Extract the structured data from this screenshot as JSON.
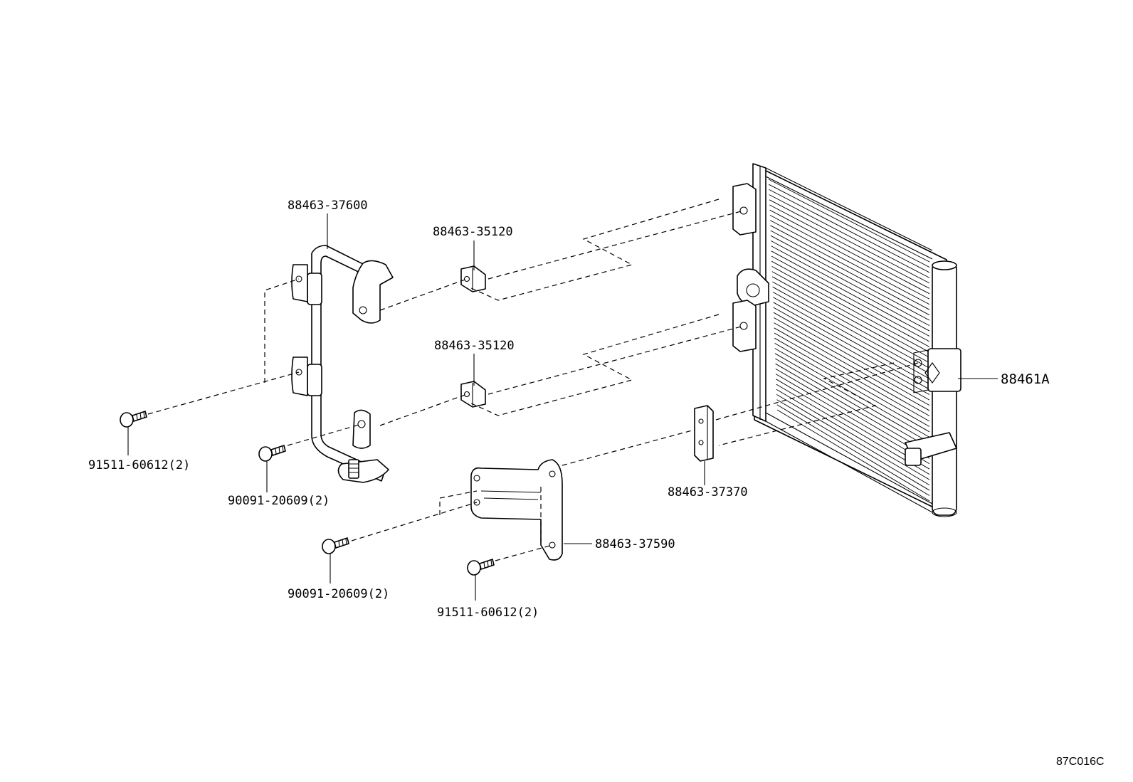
{
  "diagram": {
    "drawing_code": "87C016C",
    "callouts": {
      "tube_bracket": "88463-37600",
      "cushion_upper": "88463-35120",
      "cushion_lower": "88463-35120",
      "condenser": "88461A",
      "cushion_side": "88463-37370",
      "lower_bracket": "88463-37590",
      "bolt_left": "91511-60612(2)",
      "bolt_bracket": "90091-20609(2)",
      "bolt_lower_left": "90091-20609(2)",
      "bolt_lower_mid": "91511-60612(2)"
    }
  }
}
